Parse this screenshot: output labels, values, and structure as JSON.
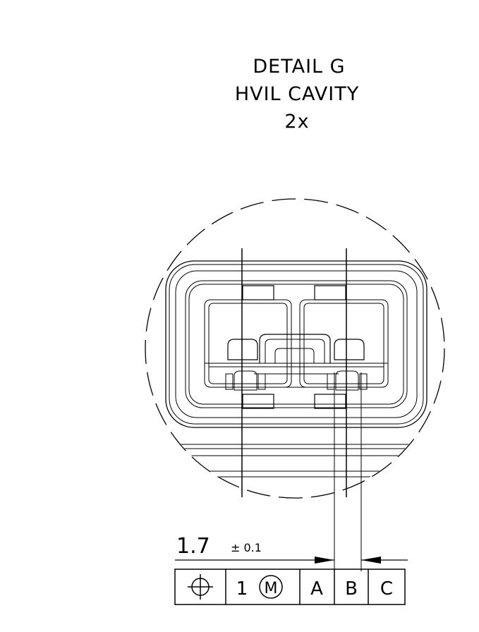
{
  "detail": {
    "title": "DETAIL G",
    "subtitle": "HVIL CAVITY",
    "multiplier": "2x"
  },
  "dimension": {
    "value": "1.7",
    "tolerance": "± 0.1"
  },
  "feature_control_frame": {
    "symbol_icon": "position-icon",
    "tolerance": "1",
    "modifier": "M",
    "datums": [
      "A",
      "B",
      "C"
    ]
  }
}
